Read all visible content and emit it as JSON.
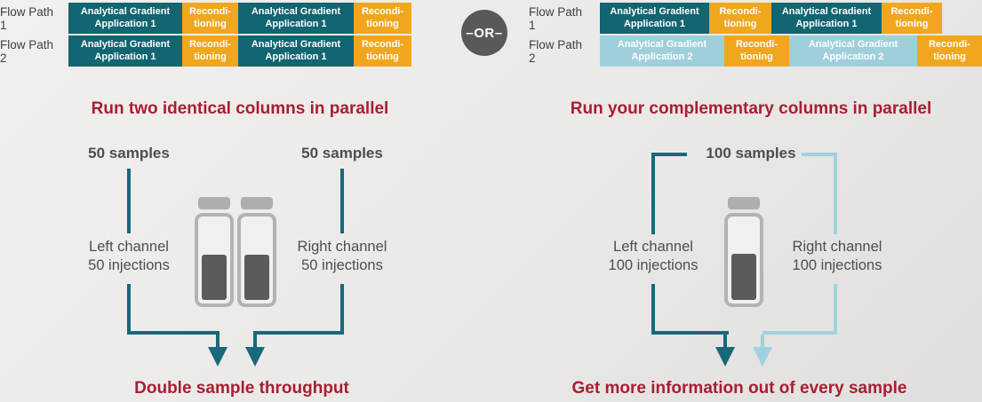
{
  "palette": {
    "teal": "#126571",
    "light_blue": "#9FCFDB",
    "orange": "#F0A71E",
    "red_heading": "#A81E32",
    "gray_circle": "#58595B",
    "teal_line": "#17697B",
    "light_blue_line": "#9FD2DE"
  },
  "or_separator": "–OR–",
  "left_panel": {
    "flow_path_1": "Flow Path 1",
    "flow_path_2": "Flow Path 2",
    "block_app1": "Analytical Gradient\nApplication 1",
    "block_recon": "Recondi-\ntioning",
    "heading": "Run two identical columns in parallel",
    "samples_left": "50 samples",
    "samples_right": "50 samples",
    "left_channel": "Left channel\n50 injections",
    "right_channel": "Right channel\n50 injections",
    "footer": "Double sample throughput"
  },
  "right_panel": {
    "flow_path_1": "Flow Path 1",
    "flow_path_2": "Flow Path 2",
    "block_app1": "Analytical Gradient\nApplication 1",
    "block_app2": "Analytical Gradient\nApplication 2",
    "block_recon": "Recondi-\ntioning",
    "heading": "Run your complementary columns in parallel",
    "samples": "100 samples",
    "left_channel": "Left channel\n100 injections",
    "right_channel": "Right channel\n100 injections",
    "footer": "Get more information out of every sample"
  }
}
